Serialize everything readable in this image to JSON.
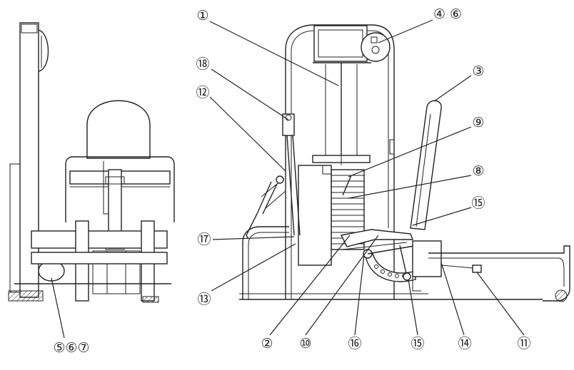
{
  "callouts": {
    "c1": "①",
    "c18": "⑱",
    "c12": "⑫",
    "c17": "⑰",
    "c13": "⑬",
    "c2": "②",
    "c10": "⑩",
    "c16": "⑯",
    "c15b": "⑮",
    "c14": "⑭",
    "c11": "⑪",
    "c46": "④ ⑥",
    "c3": "③",
    "c9": "⑨",
    "c8": "⑧",
    "c15a": "⑮",
    "c567": "⑤⑥⑦"
  }
}
